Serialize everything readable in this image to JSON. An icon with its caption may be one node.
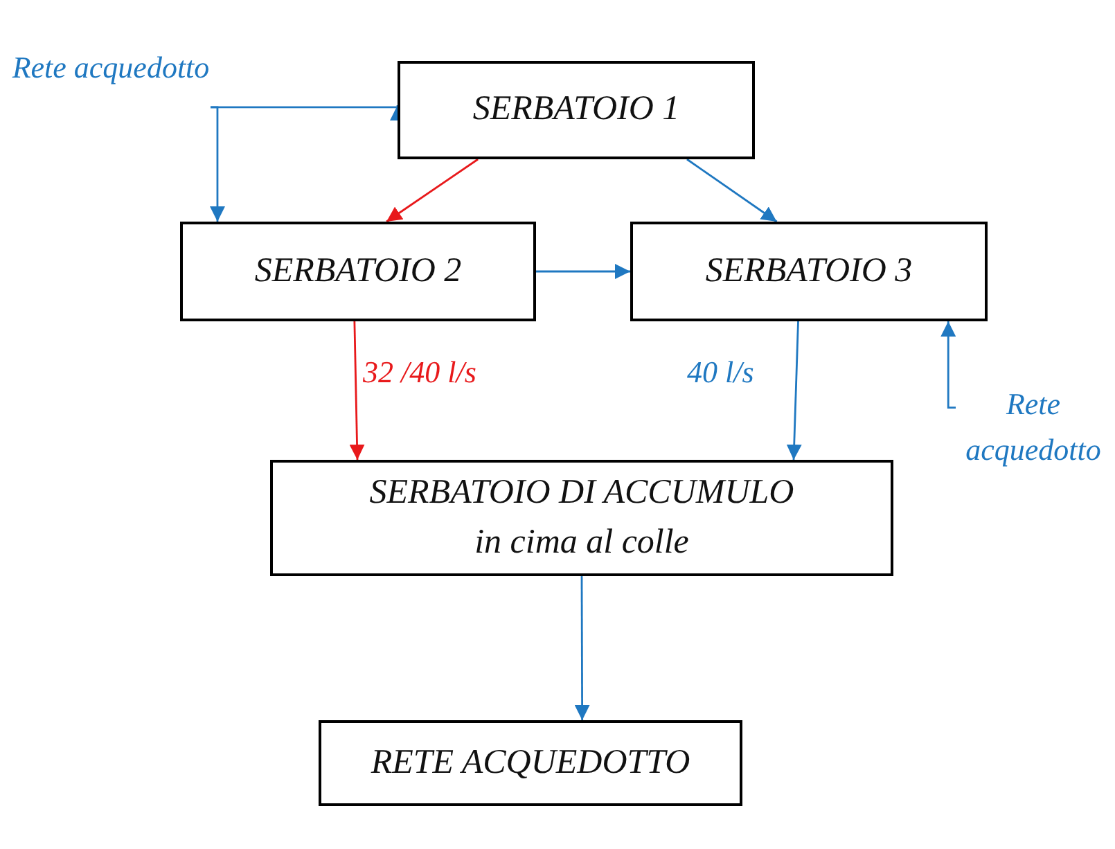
{
  "diagram": {
    "nodes": [
      {
        "text": [
          "Rete acquedotto"
        ]
      },
      {
        "text": [
          "SERBATOIO 1"
        ]
      },
      {
        "text": [
          "SERBATOIO 2"
        ]
      },
      {
        "text": [
          "SERBATOIO 3"
        ]
      },
      {
        "text": [
          "Rete acquedotto"
        ]
      },
      {
        "text": [
          "SERBATOIO DI ACCUMULO",
          "in cima al colle"
        ]
      },
      {
        "text": [
          "RETE ACQUEDOTTO"
        ]
      }
    ],
    "edges": [
      {
        "from": 0,
        "to": 1,
        "arrow": "to"
      },
      {
        "from": 0,
        "to": 2,
        "arrow": "to"
      },
      {
        "from": 1,
        "to": 2,
        "arrow": "to",
        "color": "#e8191b"
      },
      {
        "from": 1,
        "to": 3,
        "arrow": "to"
      },
      {
        "from": 2,
        "to": 3,
        "arrow": "to"
      },
      {
        "from": 2,
        "to": 5,
        "arrow": "to",
        "label": "32 /40 l/s",
        "color": "#e8191b"
      },
      {
        "from": 3,
        "to": 5,
        "arrow": "to",
        "label": "40 l/s"
      },
      {
        "from": 4,
        "to": 3,
        "arrow": "to"
      },
      {
        "from": 5,
        "to": 6,
        "arrow": "to"
      }
    ]
  }
}
